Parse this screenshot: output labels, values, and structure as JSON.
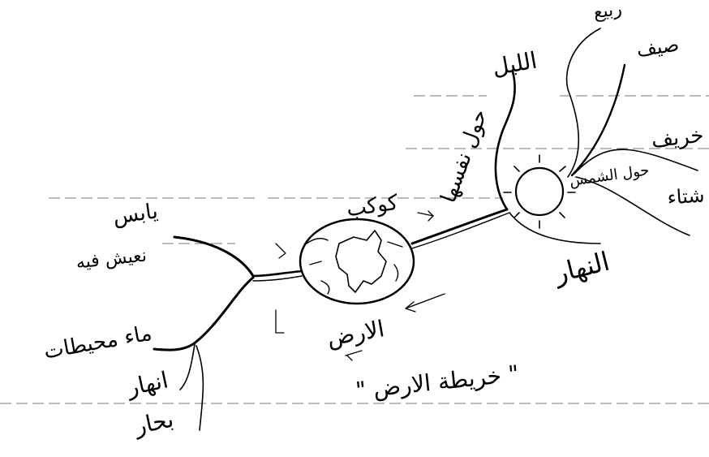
{
  "mindmap": {
    "center": {
      "label": "كوكب",
      "caption": "الارض",
      "footer": "\" خريطة الارض \""
    },
    "sun": {
      "label": "حول الشمس",
      "seasons": [
        "ربيع",
        "صيف",
        "خريف",
        "شتاء"
      ],
      "day_label": "النهار",
      "night_label": "الليل",
      "orbit_label": "حول نفسها"
    },
    "land": {
      "label": "يابس",
      "sub_label": "نعيش فيه"
    },
    "water": {
      "label": "ماء محيطات",
      "items": [
        "انهار",
        "بحار"
      ]
    }
  }
}
